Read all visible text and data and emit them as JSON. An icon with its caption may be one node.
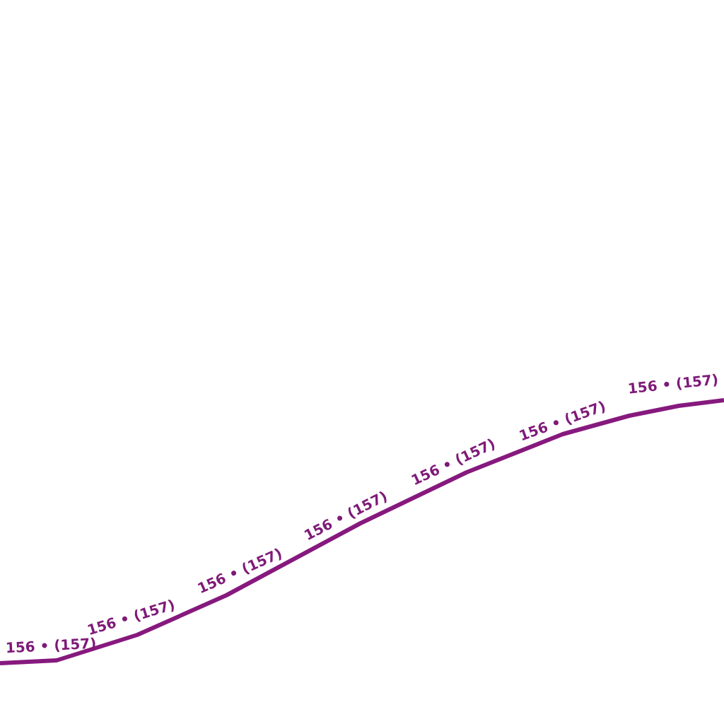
{
  "diagram": {
    "labels": [
      "156 • (157)",
      "156 • (157)",
      "156 • (157)",
      "156 • (157)",
      "156 • (157)",
      "156 • (157)",
      "156 • (157)"
    ]
  }
}
